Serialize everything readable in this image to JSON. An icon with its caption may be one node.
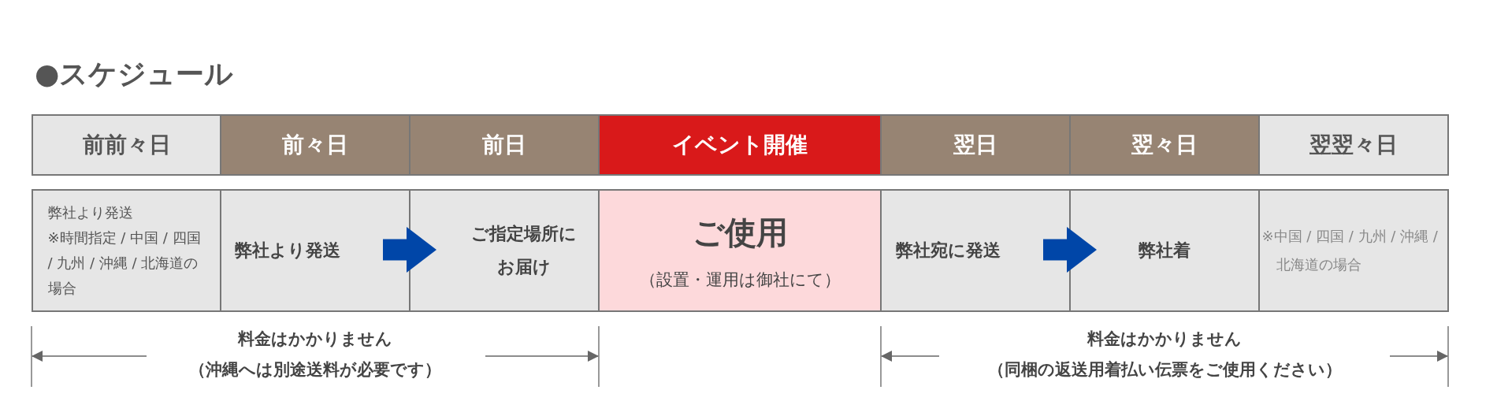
{
  "diagram": {
    "title": "●スケジュール",
    "nodes": [
      {
        "text": [
          "前前々日"
        ]
      },
      {
        "text": [
          "前々日"
        ]
      },
      {
        "text": [
          "前日"
        ]
      },
      {
        "text": [
          "イベント開催"
        ]
      },
      {
        "text": [
          "翌日"
        ]
      },
      {
        "text": [
          "翌々日"
        ]
      },
      {
        "text": [
          "翌翌々日"
        ]
      },
      {
        "text": [
          "弊社より発送",
          "※時間指定 / 中国 / 四国 / 九州 / 沖縄 / 北海道の場合"
        ]
      },
      {
        "text": [
          "弊社より発送"
        ]
      },
      {
        "text": [
          "ご指定場所にお届け"
        ]
      },
      {
        "text": [
          "ご使用",
          "（設置・運用は御社にて）"
        ]
      },
      {
        "text": [
          "弊社宛に発送"
        ]
      },
      {
        "text": [
          "弊社着"
        ]
      },
      {
        "text": [
          "※中国 / 四国 / 九州 / 沖縄 / 北海道の場合"
        ]
      }
    ],
    "edges": [
      {
        "from": 8,
        "to": 9,
        "arrow": "to"
      },
      {
        "from": 11,
        "to": 12,
        "arrow": "to"
      }
    ],
    "labels": [
      "料金はかかりません",
      "（沖縄へは別途送料が必要です）",
      "料金はかかりません",
      "（同梱の返送用着払い伝票をご使用ください）"
    ]
  }
}
